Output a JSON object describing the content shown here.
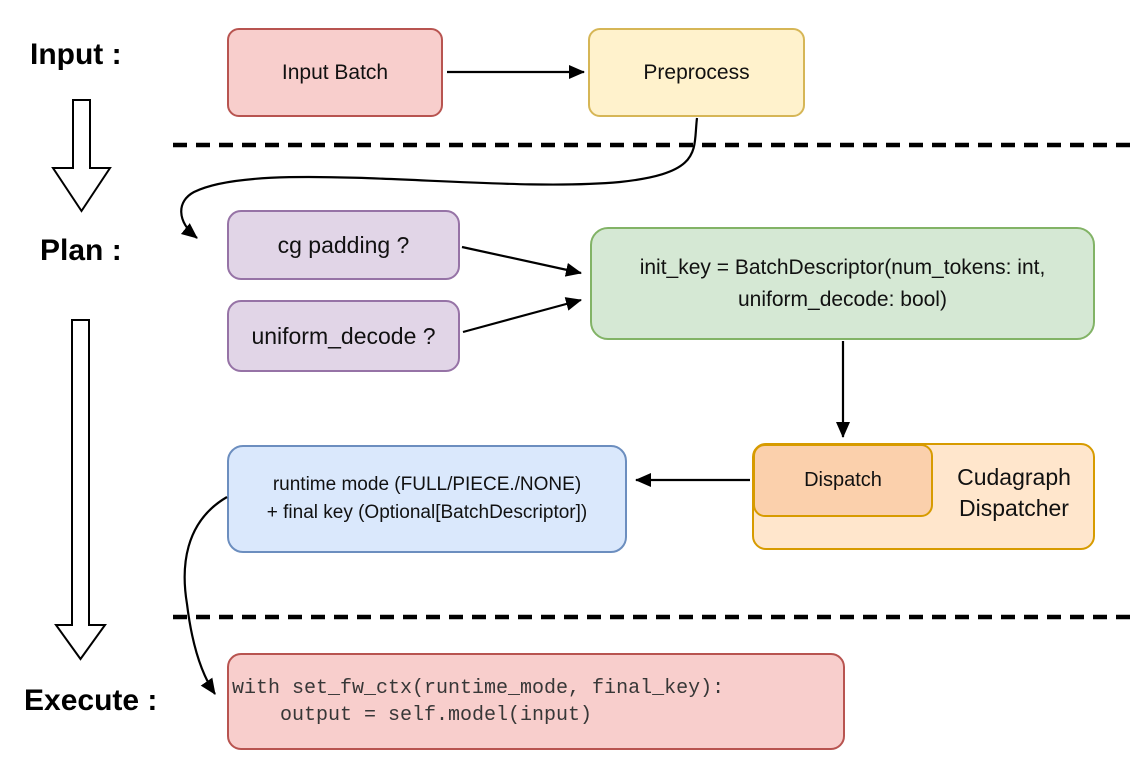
{
  "sections": {
    "input_label": "Input :",
    "plan_label": "Plan :",
    "execute_label": "Execute :"
  },
  "nodes": {
    "input_batch": "Input Batch",
    "preprocess": "Preprocess",
    "cg_padding": "cg padding ?",
    "uniform_decode": "uniform_decode ?",
    "init_key": "init_key = BatchDescriptor(num_tokens: int,\nuniform_decode: bool)",
    "dispatch": "Dispatch",
    "cudagraph_dispatcher": "Cudagraph\nDispatcher",
    "runtime_result": "runtime mode (FULL/PIECE./NONE)\n+ final key (Optional[BatchDescriptor])",
    "execute_code": "with set_fw_ctx(runtime_mode, final_key):\n    output = self.model(input)"
  },
  "colors": {
    "pink_fill": "#F8CECC",
    "pink_stroke": "#B85450",
    "yellow_fill": "#FFF2CC",
    "yellow_stroke": "#D6B656",
    "purple_fill": "#E1D5E7",
    "purple_stroke": "#9673A6",
    "green_fill": "#D5E8D4",
    "green_stroke": "#82B366",
    "orange_fill": "#FFE6CC",
    "orange_inner_fill": "#FBD0AC",
    "orange_stroke": "#D79B00",
    "blue_fill": "#DAE8FC",
    "blue_stroke": "#6C8EBF",
    "line_color": "#000000",
    "background": "#FFFFFF"
  }
}
